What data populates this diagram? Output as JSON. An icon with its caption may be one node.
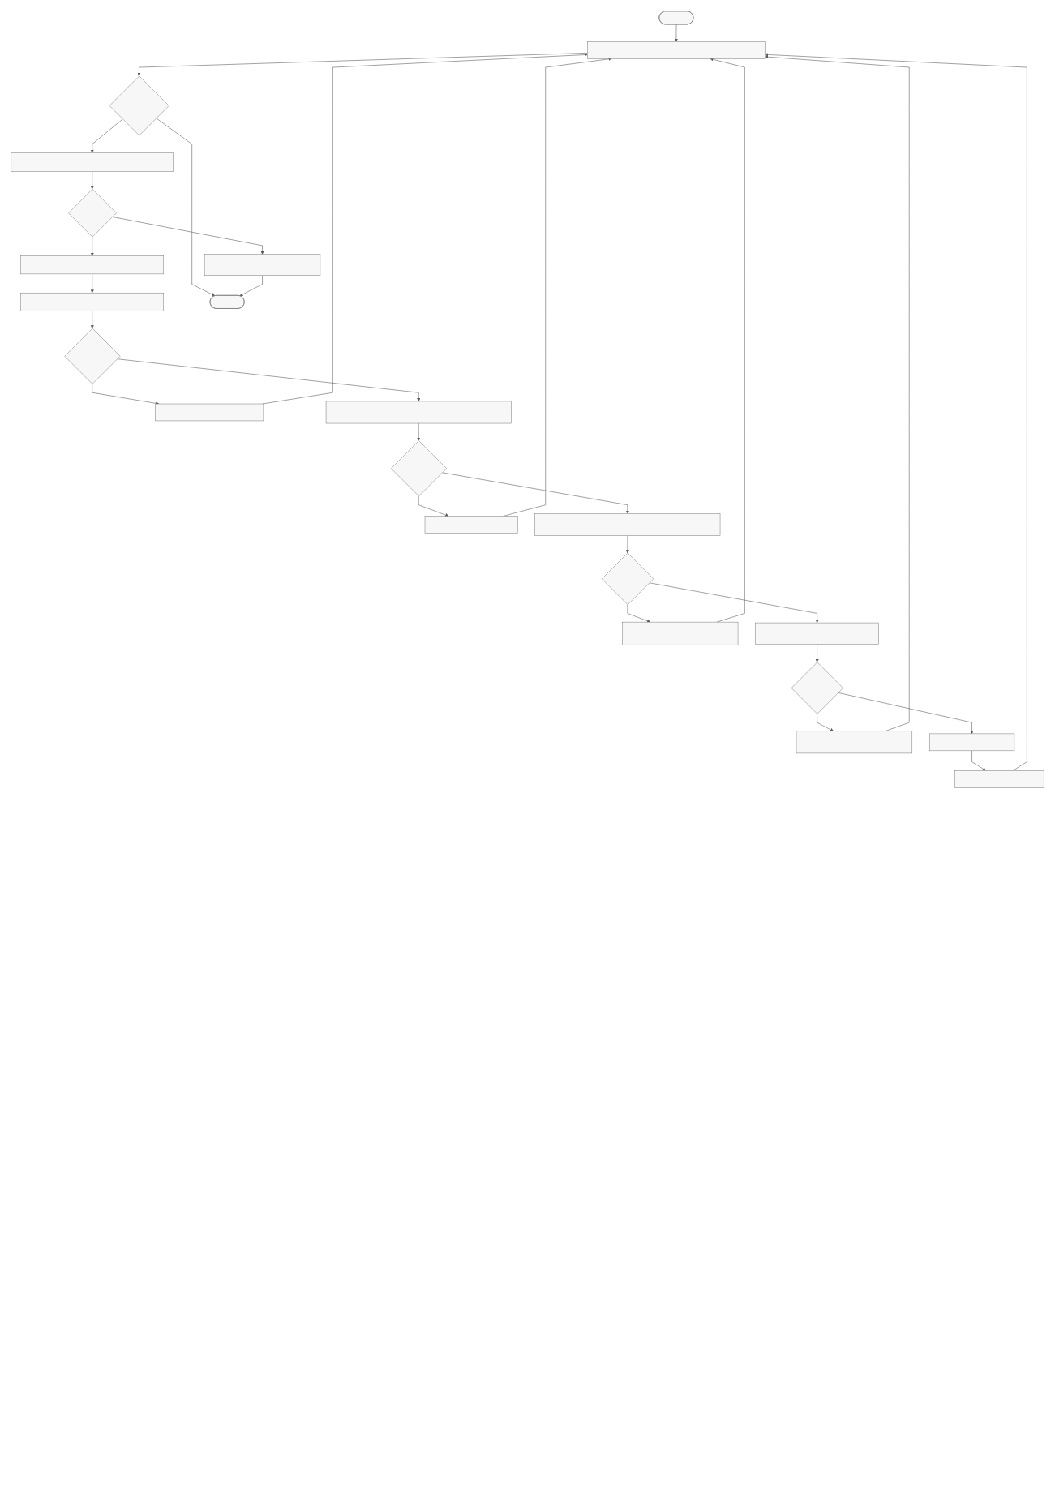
{
  "diagram": {
    "nodes": [
      {
        "text": [],
        "shape": "pill"
      },
      {
        "text": [],
        "shape": "box"
      },
      {
        "text": [],
        "shape": "diamond"
      },
      {
        "text": [],
        "shape": "box"
      },
      {
        "text": [],
        "shape": "diamond"
      },
      {
        "text": [],
        "shape": "box"
      },
      {
        "text": [],
        "shape": "box"
      },
      {
        "text": [],
        "shape": "box"
      },
      {
        "text": [],
        "shape": "pill"
      },
      {
        "text": [],
        "shape": "diamond"
      },
      {
        "text": [],
        "shape": "box"
      },
      {
        "text": [],
        "shape": "box"
      },
      {
        "text": [],
        "shape": "diamond"
      },
      {
        "text": [],
        "shape": "box"
      },
      {
        "text": [],
        "shape": "box"
      },
      {
        "text": [],
        "shape": "diamond"
      },
      {
        "text": [],
        "shape": "box"
      },
      {
        "text": [],
        "shape": "box"
      },
      {
        "text": [],
        "shape": "diamond"
      },
      {
        "text": [],
        "shape": "box"
      },
      {
        "text": [],
        "shape": "box"
      },
      {
        "text": [],
        "shape": "box"
      }
    ],
    "edges": [
      {
        "from": 0,
        "to": 1,
        "arrow": "to"
      },
      {
        "from": 1,
        "to": 2,
        "arrow": "to"
      },
      {
        "from": 2,
        "to": 3,
        "arrow": "to"
      },
      {
        "from": 2,
        "to": 8,
        "arrow": "to"
      },
      {
        "from": 3,
        "to": 4,
        "arrow": "to"
      },
      {
        "from": 4,
        "to": 6,
        "arrow": "to"
      },
      {
        "from": 4,
        "to": 5,
        "arrow": "to"
      },
      {
        "from": 5,
        "to": 8,
        "arrow": "to"
      },
      {
        "from": 6,
        "to": 7,
        "arrow": "to"
      },
      {
        "from": 7,
        "to": 9,
        "arrow": "to"
      },
      {
        "from": 9,
        "to": 11,
        "arrow": "to"
      },
      {
        "from": 9,
        "to": 10,
        "arrow": "to"
      },
      {
        "from": 10,
        "to": 1,
        "arrow": "to"
      },
      {
        "from": 11,
        "to": 12,
        "arrow": "to"
      },
      {
        "from": 12,
        "to": 14,
        "arrow": "to"
      },
      {
        "from": 12,
        "to": 13,
        "arrow": "to"
      },
      {
        "from": 13,
        "to": 1,
        "arrow": "to"
      },
      {
        "from": 14,
        "to": 15,
        "arrow": "to"
      },
      {
        "from": 15,
        "to": 17,
        "arrow": "to"
      },
      {
        "from": 15,
        "to": 16,
        "arrow": "to"
      },
      {
        "from": 16,
        "to": 1,
        "arrow": "to"
      },
      {
        "from": 17,
        "to": 18,
        "arrow": "to"
      },
      {
        "from": 18,
        "to": 20,
        "arrow": "to"
      },
      {
        "from": 18,
        "to": 19,
        "arrow": "to"
      },
      {
        "from": 19,
        "to": 1,
        "arrow": "to"
      },
      {
        "from": 20,
        "to": 21,
        "arrow": "to"
      },
      {
        "from": 21,
        "to": 1,
        "arrow": "to"
      }
    ]
  }
}
